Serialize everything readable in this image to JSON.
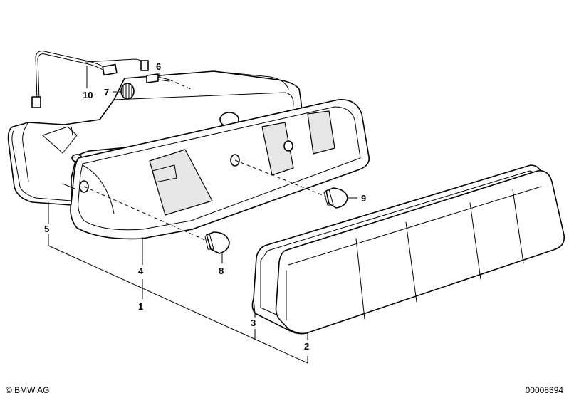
{
  "callouts": {
    "c1": "1",
    "c2": "2",
    "c3": "3",
    "c4": "4",
    "c5": "5",
    "c6": "6",
    "c7": "7",
    "c8": "8",
    "c9": "9",
    "c10": "10"
  },
  "footer": {
    "copyright": "© BMW AG",
    "drawing_number": "00008394"
  }
}
